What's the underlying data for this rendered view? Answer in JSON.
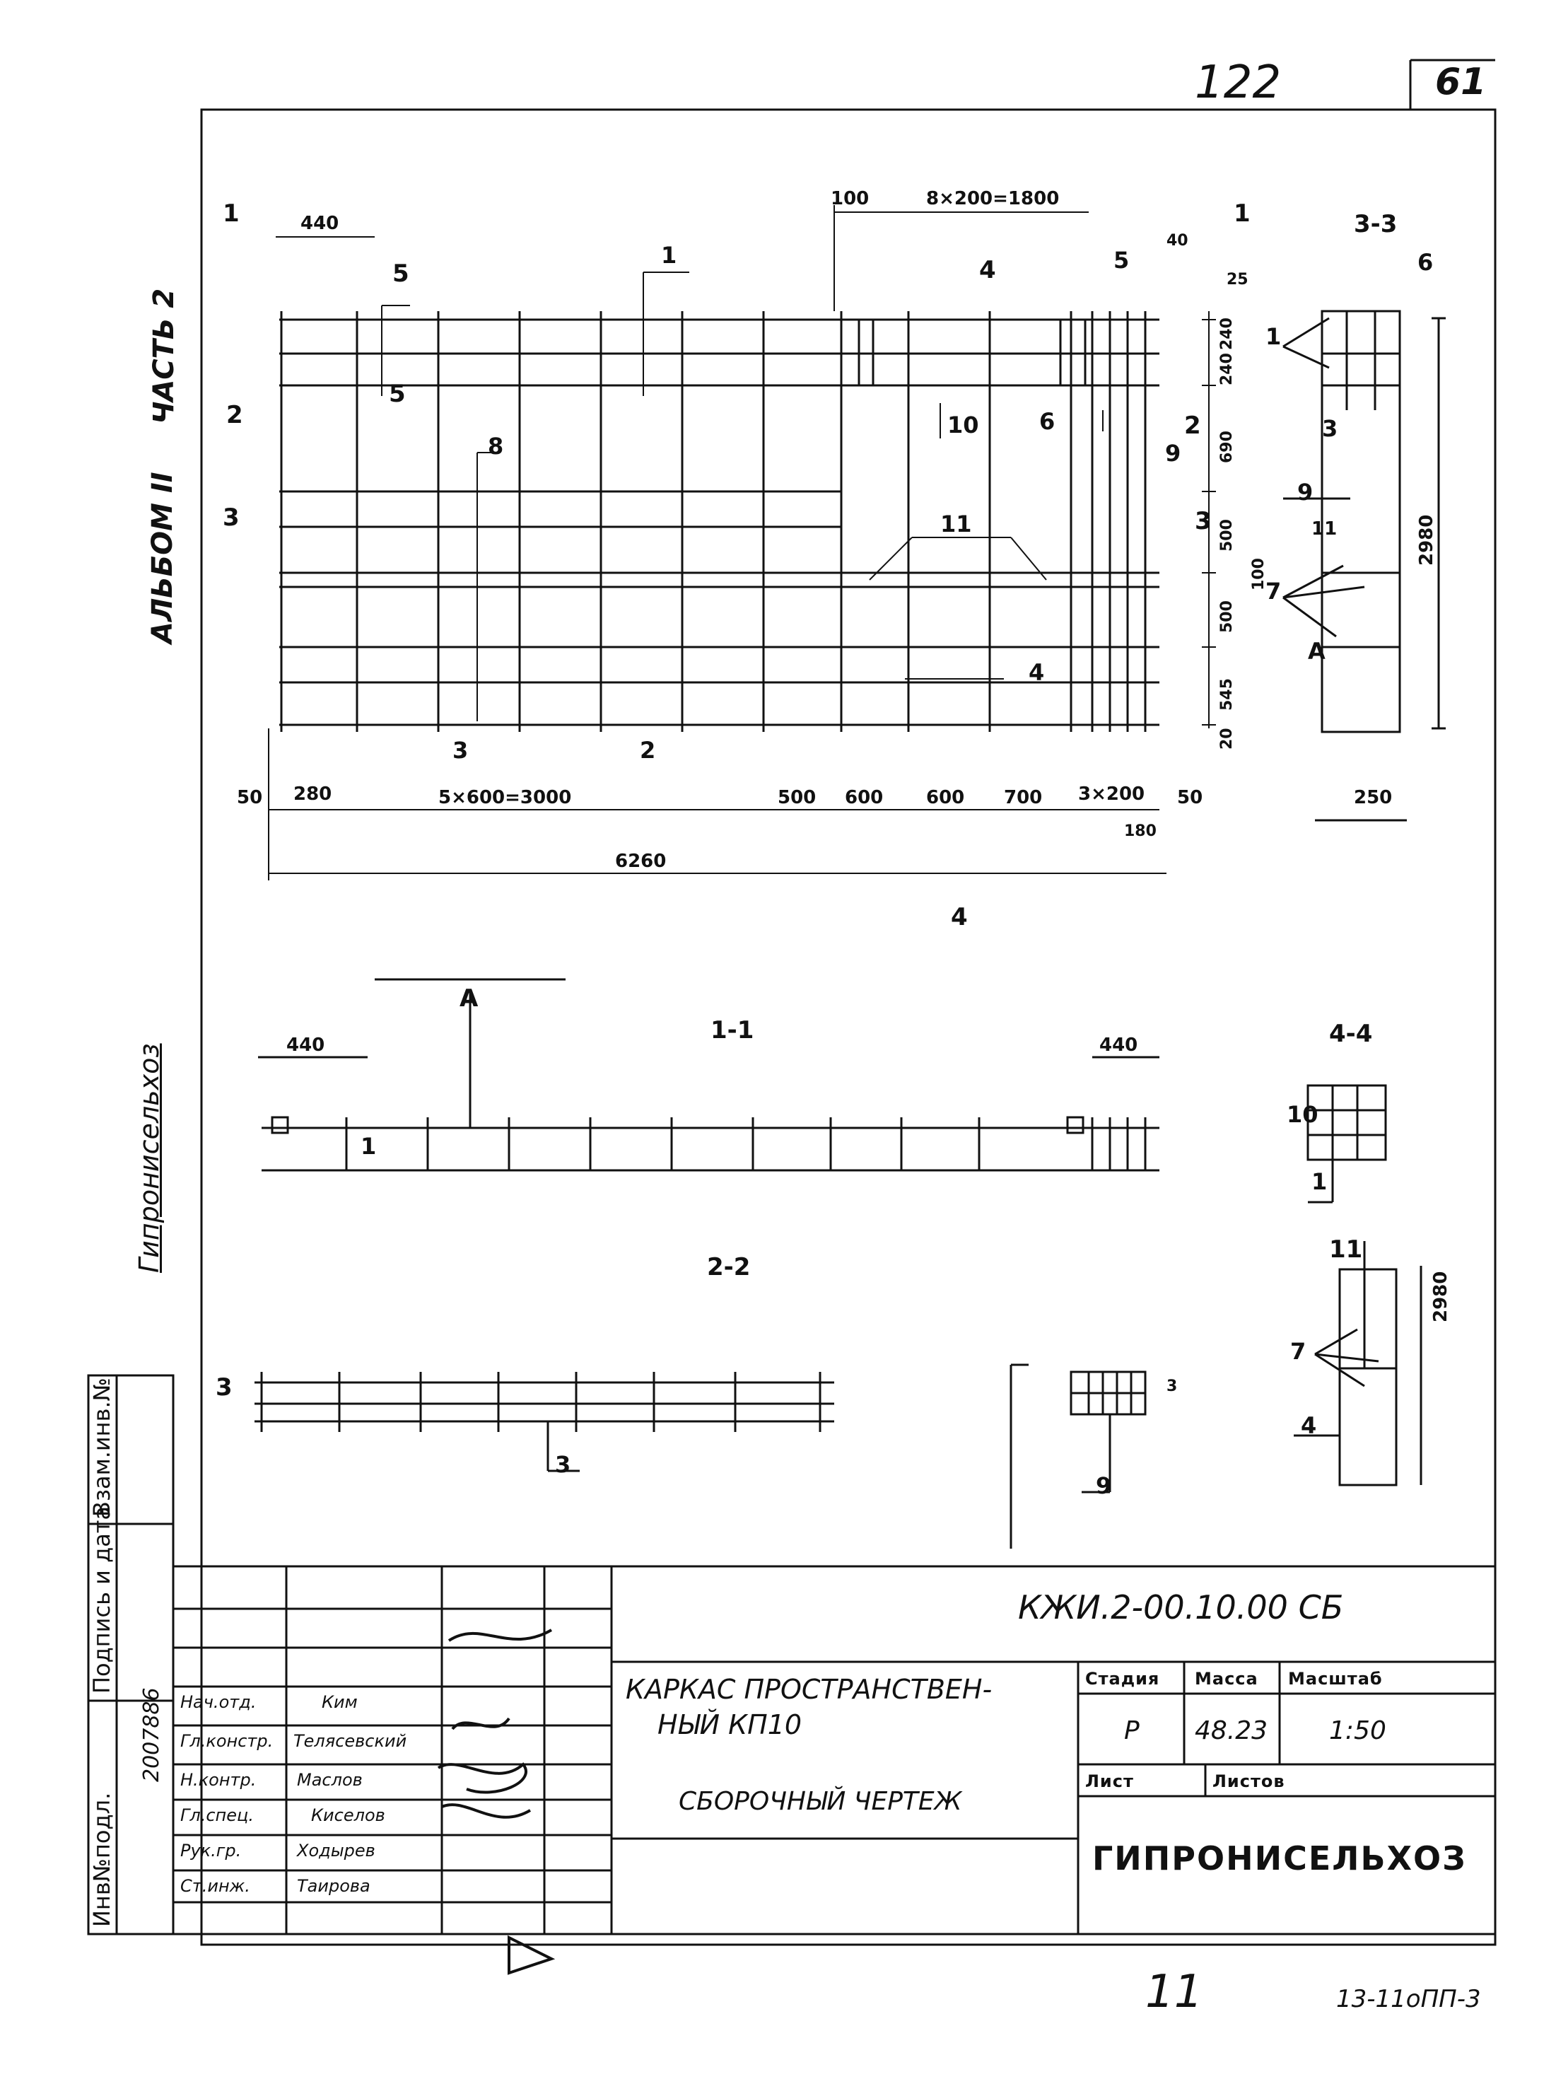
{
  "header": {
    "page_number_handwritten": "122",
    "sheet_number": "61"
  },
  "left_margin": {
    "album": "АЛЬБОМ II",
    "part": "ЧАСТЬ 2",
    "company": "Гипронисельхоз"
  },
  "plan_view": {
    "dimensions_top": [
      "440",
      "100",
      "8×200=1800",
      "40",
      "25"
    ],
    "dimensions_bottom": [
      "50",
      "280",
      "5×600=3000",
      "500",
      "600",
      "600",
      "700",
      "3×200",
      "50",
      "180"
    ],
    "overall_length": "6260",
    "dimensions_right": [
      "240",
      "240",
      "690",
      "500",
      "100",
      "500",
      "545",
      "20"
    ],
    "positions": [
      "1",
      "2",
      "3",
      "4",
      "5",
      "6",
      "8",
      "9",
      "10",
      "11"
    ],
    "section_marks": [
      "1",
      "1",
      "2",
      "2",
      "3",
      "3",
      "4",
      "4",
      "5",
      "5"
    ]
  },
  "section_3_3": {
    "title": "3-3",
    "width": "250",
    "height": "2980",
    "positions": [
      "1",
      "3",
      "6",
      "7",
      "9",
      "11",
      "А"
    ]
  },
  "section_1_1": {
    "title": "1-1",
    "dims": [
      "440",
      "440"
    ],
    "marks": [
      "А",
      "1"
    ]
  },
  "section_2_2": {
    "title": "2-2",
    "marks": [
      "3",
      "3"
    ]
  },
  "section_4_4": {
    "title": "4-4",
    "positions": [
      "10",
      "1"
    ],
    "lower": {
      "positions": [
        "11",
        "7",
        "4"
      ],
      "height": "2980"
    }
  },
  "detail": {
    "positions": [
      "3",
      "9"
    ]
  },
  "side_stamp": {
    "col1": "Инв№подл.",
    "col2": "Подпись и дата",
    "col3": "Взам.инв.№",
    "inv_number": "2007886"
  },
  "title_block": {
    "designation": "КЖИ.2-00.10.00 СБ",
    "title_line1": "КАРКАС ПРОСТРАНСТВЕН-",
    "title_line2": "НЫЙ КП10",
    "title_line3": "СБОРОЧНЫЙ ЧЕРТЕЖ",
    "stage_label": "Стадия",
    "mass_label": "Масса",
    "scale_label": "Масштаб",
    "stage": "Р",
    "mass": "48.23",
    "scale": "1:50",
    "sheet_label": "Лист",
    "sheets_label": "Листов",
    "organization": "ГИПРОНИСЕЛЬХОЗ",
    "staff": [
      {
        "role": "Нач.отд.",
        "name": "Ким"
      },
      {
        "role": "Гл.констр.",
        "name": "Телясевский"
      },
      {
        "role": "Н.контр.",
        "name": "Маслов"
      },
      {
        "role": "Гл.спец.",
        "name": "Киселов"
      },
      {
        "role": "Рук.гр.",
        "name": "Ходырев"
      },
      {
        "role": "Ст.инж.",
        "name": "Таирова"
      }
    ]
  },
  "footer": {
    "handwritten_number": "11",
    "series_code": "13-11оПП-3"
  }
}
